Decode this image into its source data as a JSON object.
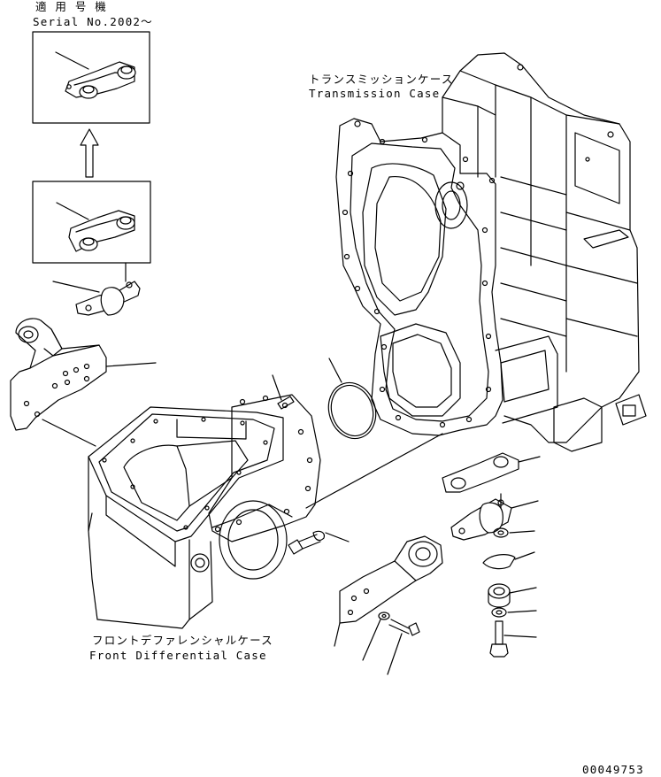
{
  "labels": {
    "applicable_jp": "適 用 号 機",
    "serial": "Serial No.2002〜",
    "transmission_jp": "トランスミッションケース",
    "transmission_en": "Transmission Case",
    "front_diff_jp": "フロントデファレンシャルケース",
    "front_diff_en": "Front Differential Case",
    "drawing_number": "00049753"
  }
}
